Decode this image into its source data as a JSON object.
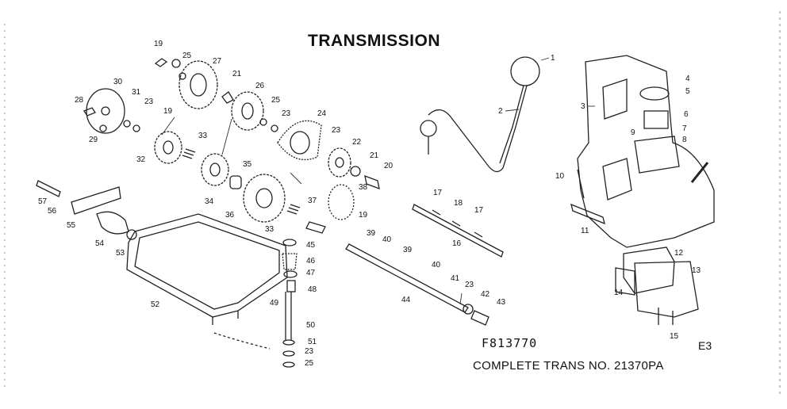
{
  "diagram": {
    "title": "TRANSMISSION",
    "drawing_code": "F813770",
    "sheet_ref": "E3",
    "complete_trans_label": "COMPLETE TRANS NO. 21370PA"
  },
  "callouts": [
    {
      "id": "c1",
      "label": "1"
    },
    {
      "id": "c2",
      "label": "2"
    },
    {
      "id": "c3",
      "label": "3"
    },
    {
      "id": "c4",
      "label": "4"
    },
    {
      "id": "c5",
      "label": "5"
    },
    {
      "id": "c6",
      "label": "6"
    },
    {
      "id": "c7",
      "label": "7"
    },
    {
      "id": "c8",
      "label": "8"
    },
    {
      "id": "c9",
      "label": "9"
    },
    {
      "id": "c10",
      "label": "10"
    },
    {
      "id": "c11",
      "label": "11"
    },
    {
      "id": "c12",
      "label": "12"
    },
    {
      "id": "c13",
      "label": "13"
    },
    {
      "id": "c14",
      "label": "14"
    },
    {
      "id": "c15",
      "label": "15"
    },
    {
      "id": "c16",
      "label": "16"
    },
    {
      "id": "c17a",
      "label": "17"
    },
    {
      "id": "c17b",
      "label": "17"
    },
    {
      "id": "c18",
      "label": "18"
    },
    {
      "id": "c19a",
      "label": "19"
    },
    {
      "id": "c19b",
      "label": "19"
    },
    {
      "id": "c19c",
      "label": "19"
    },
    {
      "id": "c20",
      "label": "20"
    },
    {
      "id": "c21a",
      "label": "21"
    },
    {
      "id": "c21b",
      "label": "21"
    },
    {
      "id": "c22",
      "label": "22"
    },
    {
      "id": "c23a",
      "label": "23"
    },
    {
      "id": "c23b",
      "label": "23"
    },
    {
      "id": "c23c",
      "label": "23"
    },
    {
      "id": "c23d",
      "label": "23"
    },
    {
      "id": "c23e",
      "label": "23"
    },
    {
      "id": "c24",
      "label": "24"
    },
    {
      "id": "c25a",
      "label": "25"
    },
    {
      "id": "c25b",
      "label": "25"
    },
    {
      "id": "c25c",
      "label": "25"
    },
    {
      "id": "c26",
      "label": "26"
    },
    {
      "id": "c27",
      "label": "27"
    },
    {
      "id": "c28",
      "label": "28"
    },
    {
      "id": "c29",
      "label": "29"
    },
    {
      "id": "c30",
      "label": "30"
    },
    {
      "id": "c31",
      "label": "31"
    },
    {
      "id": "c32",
      "label": "32"
    },
    {
      "id": "c33a",
      "label": "33"
    },
    {
      "id": "c33b",
      "label": "33"
    },
    {
      "id": "c34",
      "label": "34"
    },
    {
      "id": "c35",
      "label": "35"
    },
    {
      "id": "c36",
      "label": "36"
    },
    {
      "id": "c37",
      "label": "37"
    },
    {
      "id": "c38",
      "label": "38"
    },
    {
      "id": "c39a",
      "label": "39"
    },
    {
      "id": "c39b",
      "label": "39"
    },
    {
      "id": "c40a",
      "label": "40"
    },
    {
      "id": "c40b",
      "label": "40"
    },
    {
      "id": "c41",
      "label": "41"
    },
    {
      "id": "c42",
      "label": "42"
    },
    {
      "id": "c43",
      "label": "43"
    },
    {
      "id": "c44",
      "label": "44"
    },
    {
      "id": "c45",
      "label": "45"
    },
    {
      "id": "c46",
      "label": "46"
    },
    {
      "id": "c47",
      "label": "47"
    },
    {
      "id": "c48",
      "label": "48"
    },
    {
      "id": "c49",
      "label": "49"
    },
    {
      "id": "c50",
      "label": "50"
    },
    {
      "id": "c51",
      "label": "51"
    },
    {
      "id": "c52",
      "label": "52"
    },
    {
      "id": "c53",
      "label": "53"
    },
    {
      "id": "c54",
      "label": "54"
    },
    {
      "id": "c55",
      "label": "55"
    },
    {
      "id": "c56",
      "label": "56"
    },
    {
      "id": "c57",
      "label": "57"
    }
  ]
}
